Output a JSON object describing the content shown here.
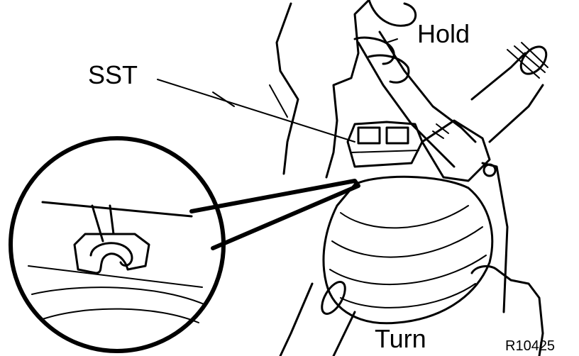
{
  "labels": {
    "sst": "SST",
    "hold": "Hold",
    "turn": "Turn",
    "figure_code": "R10425"
  },
  "colors": {
    "ink": "#000000",
    "background": "#ffffff"
  }
}
